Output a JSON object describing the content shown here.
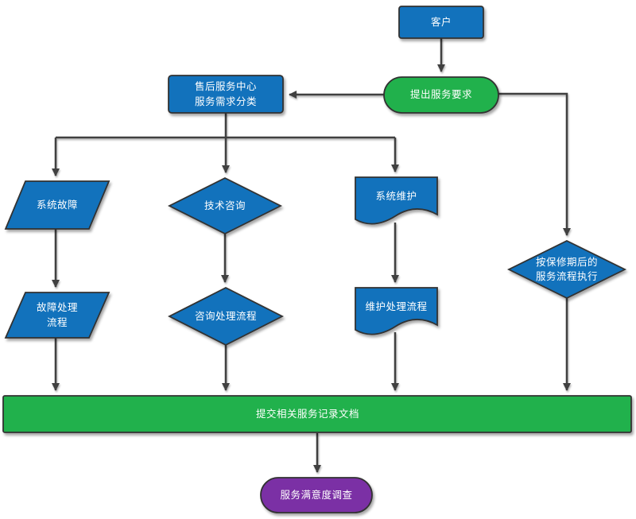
{
  "diagram": {
    "title": "after-sales-service-flowchart",
    "colors": {
      "node_blue": "#1272BC",
      "node_green": "#21B14C",
      "node_purple": "#7B30A5",
      "shape_border": "#323232",
      "connector": "#404040",
      "text": "#ffffff"
    },
    "nodes": {
      "customer": {
        "label": "客户",
        "shape": "rectangle"
      },
      "request": {
        "label": "提出服务要求",
        "shape": "rounded-pill"
      },
      "center": {
        "label": "售后服务中心\n服务需求分类",
        "shape": "rectangle"
      },
      "fault": {
        "label": "系统故障",
        "shape": "parallelogram"
      },
      "consult": {
        "label": "技术咨询",
        "shape": "diamond"
      },
      "maintain": {
        "label": "系统维护",
        "shape": "document"
      },
      "warranty": {
        "label": "按保修期后的\n服务流程执行",
        "shape": "diamond"
      },
      "fault_process": {
        "label": "故障处理\n流程",
        "shape": "parallelogram"
      },
      "consult_process": {
        "label": "咨询处理流程",
        "shape": "diamond"
      },
      "maintain_process": {
        "label": "维护处理流程",
        "shape": "document"
      },
      "submit": {
        "label": "提交相关服务记录文档",
        "shape": "rectangle-wide"
      },
      "survey": {
        "label": "服务满意度调查",
        "shape": "rounded-pill"
      }
    }
  }
}
